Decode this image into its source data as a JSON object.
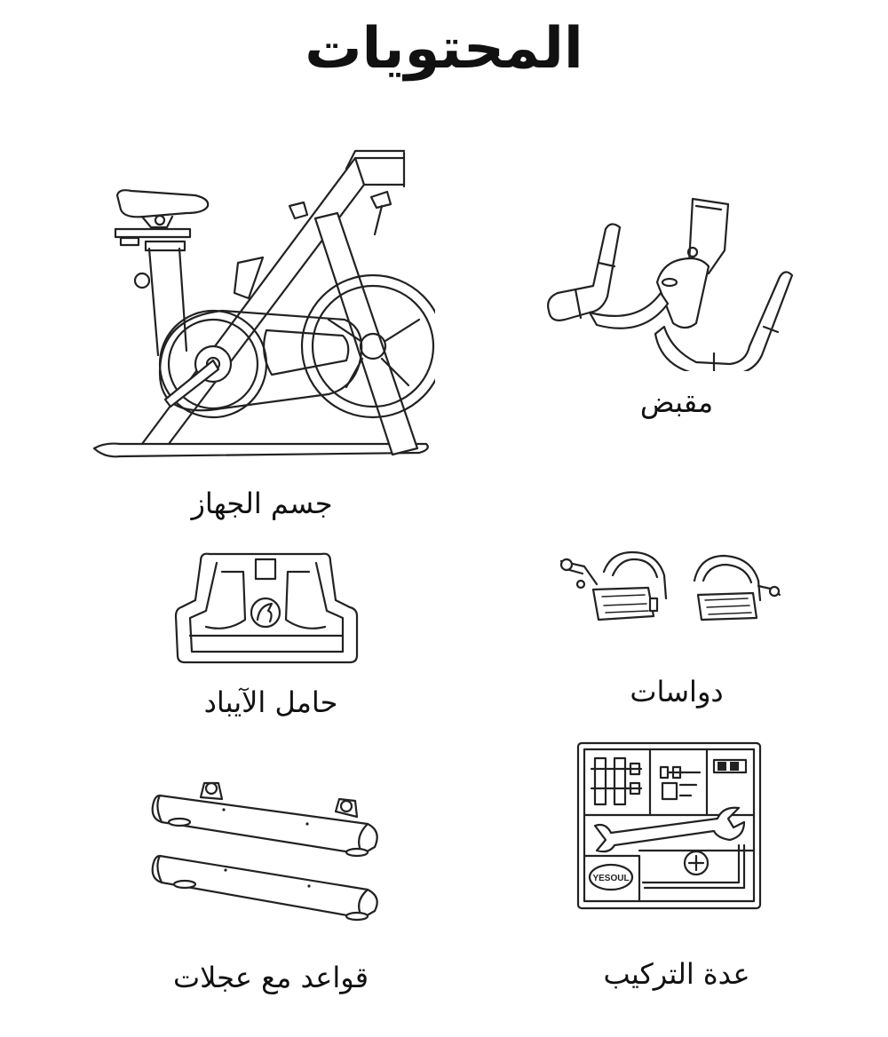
{
  "page": {
    "title": "المحتويات"
  },
  "items": {
    "handlebar": {
      "label": "مقبض",
      "icon": "handlebar-icon"
    },
    "bike_body": {
      "label": "جسم الجهاز",
      "icon": "exercise-bike-icon"
    },
    "pedals": {
      "label": "دواسات",
      "icon": "pedals-icon"
    },
    "ipad_holder": {
      "label": "حامل الآيباد",
      "icon": "tablet-holder-icon"
    },
    "tool_kit": {
      "label": "عدة التركيب",
      "icon": "tool-kit-icon",
      "brand": "YESOUL"
    },
    "bases": {
      "label": "قواعد مع عجلات",
      "icon": "wheeled-bases-icon"
    }
  }
}
